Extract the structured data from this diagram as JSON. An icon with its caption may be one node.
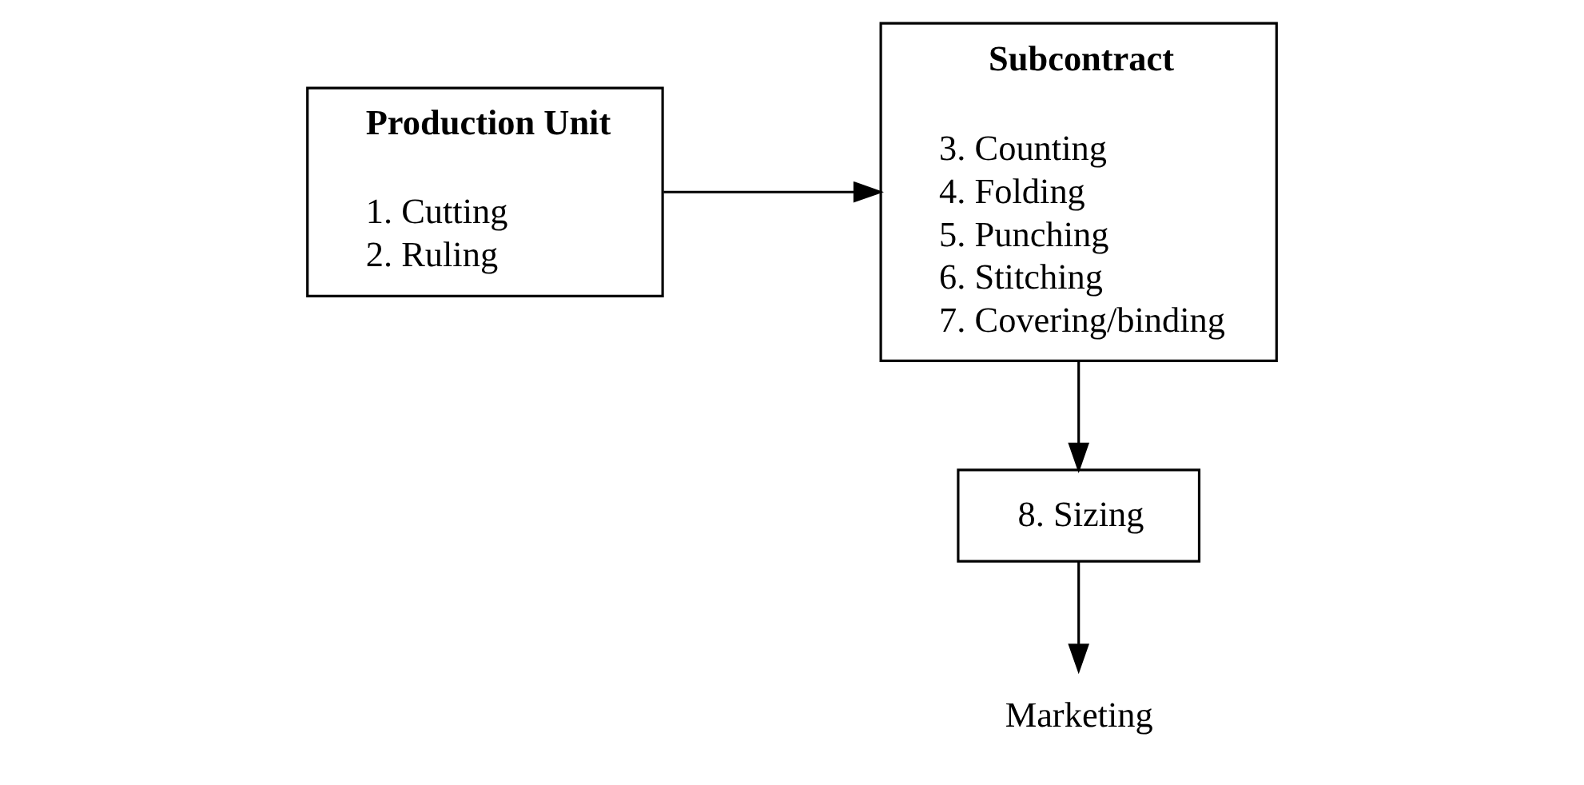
{
  "diagram": {
    "nodes": [
      {
        "text": [
          "Production Unit",
          "1. Cutting",
          "2. Ruling"
        ]
      },
      {
        "text": [
          "Subcontract",
          "3. Counting",
          "4. Folding",
          "5. Punching",
          "6. Stitching",
          "7. Covering/binding"
        ]
      },
      {
        "text": [
          "8. Sizing"
        ]
      },
      {
        "text": [
          "Marketing"
        ]
      }
    ],
    "edges": [
      {
        "from": 0,
        "to": 1,
        "arrow": "to"
      },
      {
        "from": 1,
        "to": 2,
        "arrow": "to"
      },
      {
        "from": 2,
        "to": 3,
        "arrow": "to"
      }
    ]
  }
}
